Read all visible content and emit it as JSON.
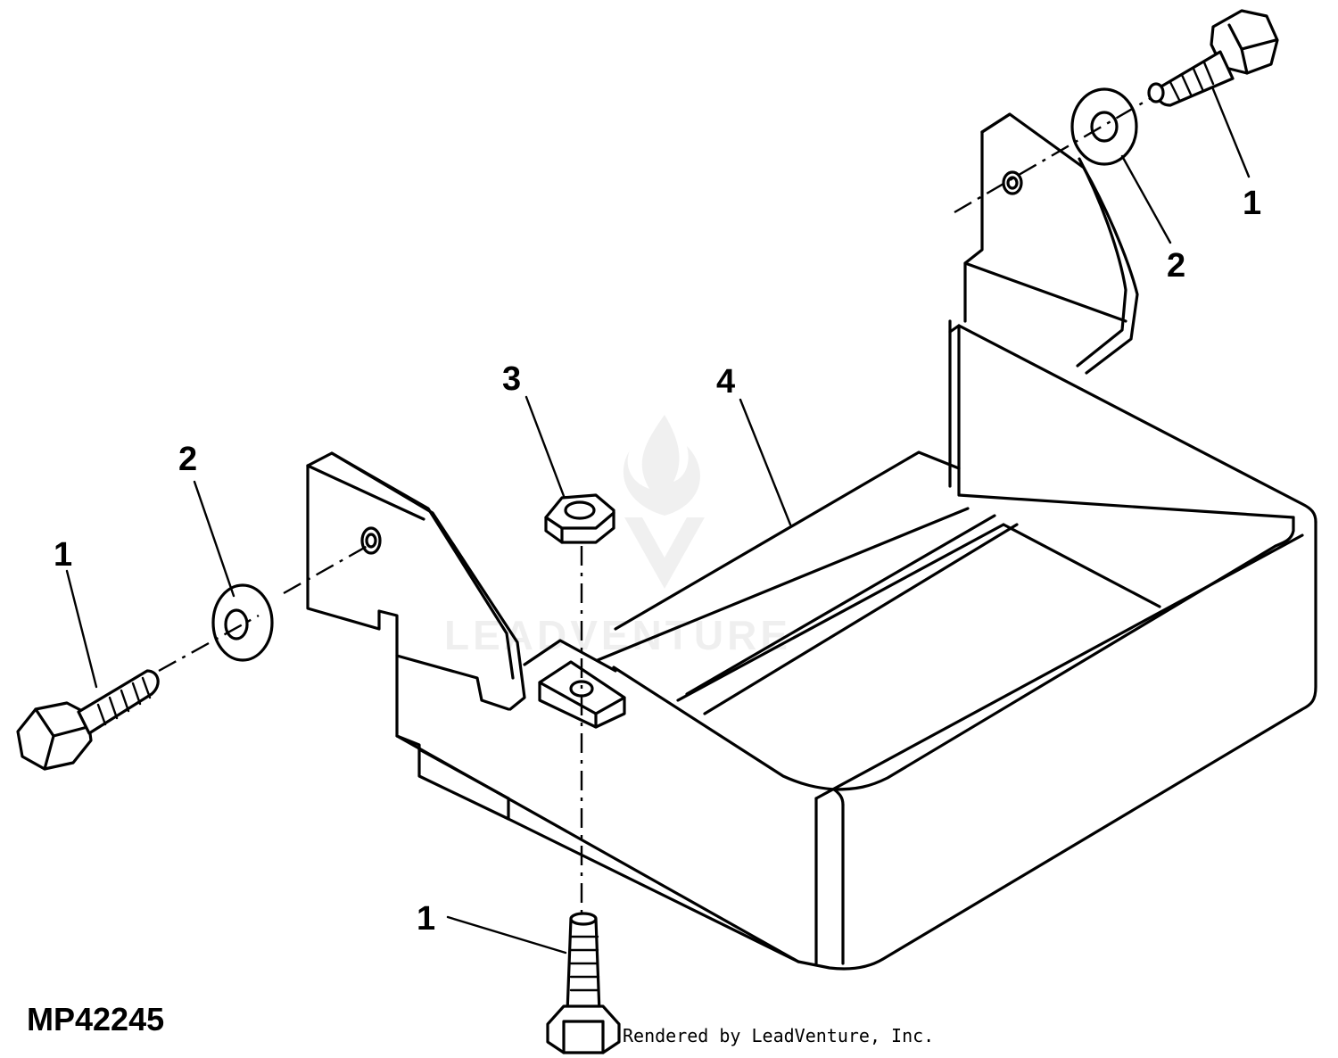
{
  "callouts": {
    "bolt_top_right": "1",
    "washer_top_right": "2",
    "bolt_left": "1",
    "washer_left": "2",
    "nut": "3",
    "bracket": "4",
    "bolt_bottom": "1"
  },
  "figure_id": "MP42245",
  "credit": "Rendered by LeadVenture, Inc.",
  "watermark": {
    "text": "LEADVENTURE",
    "logo_icon": "leadventure-flame-logo"
  }
}
